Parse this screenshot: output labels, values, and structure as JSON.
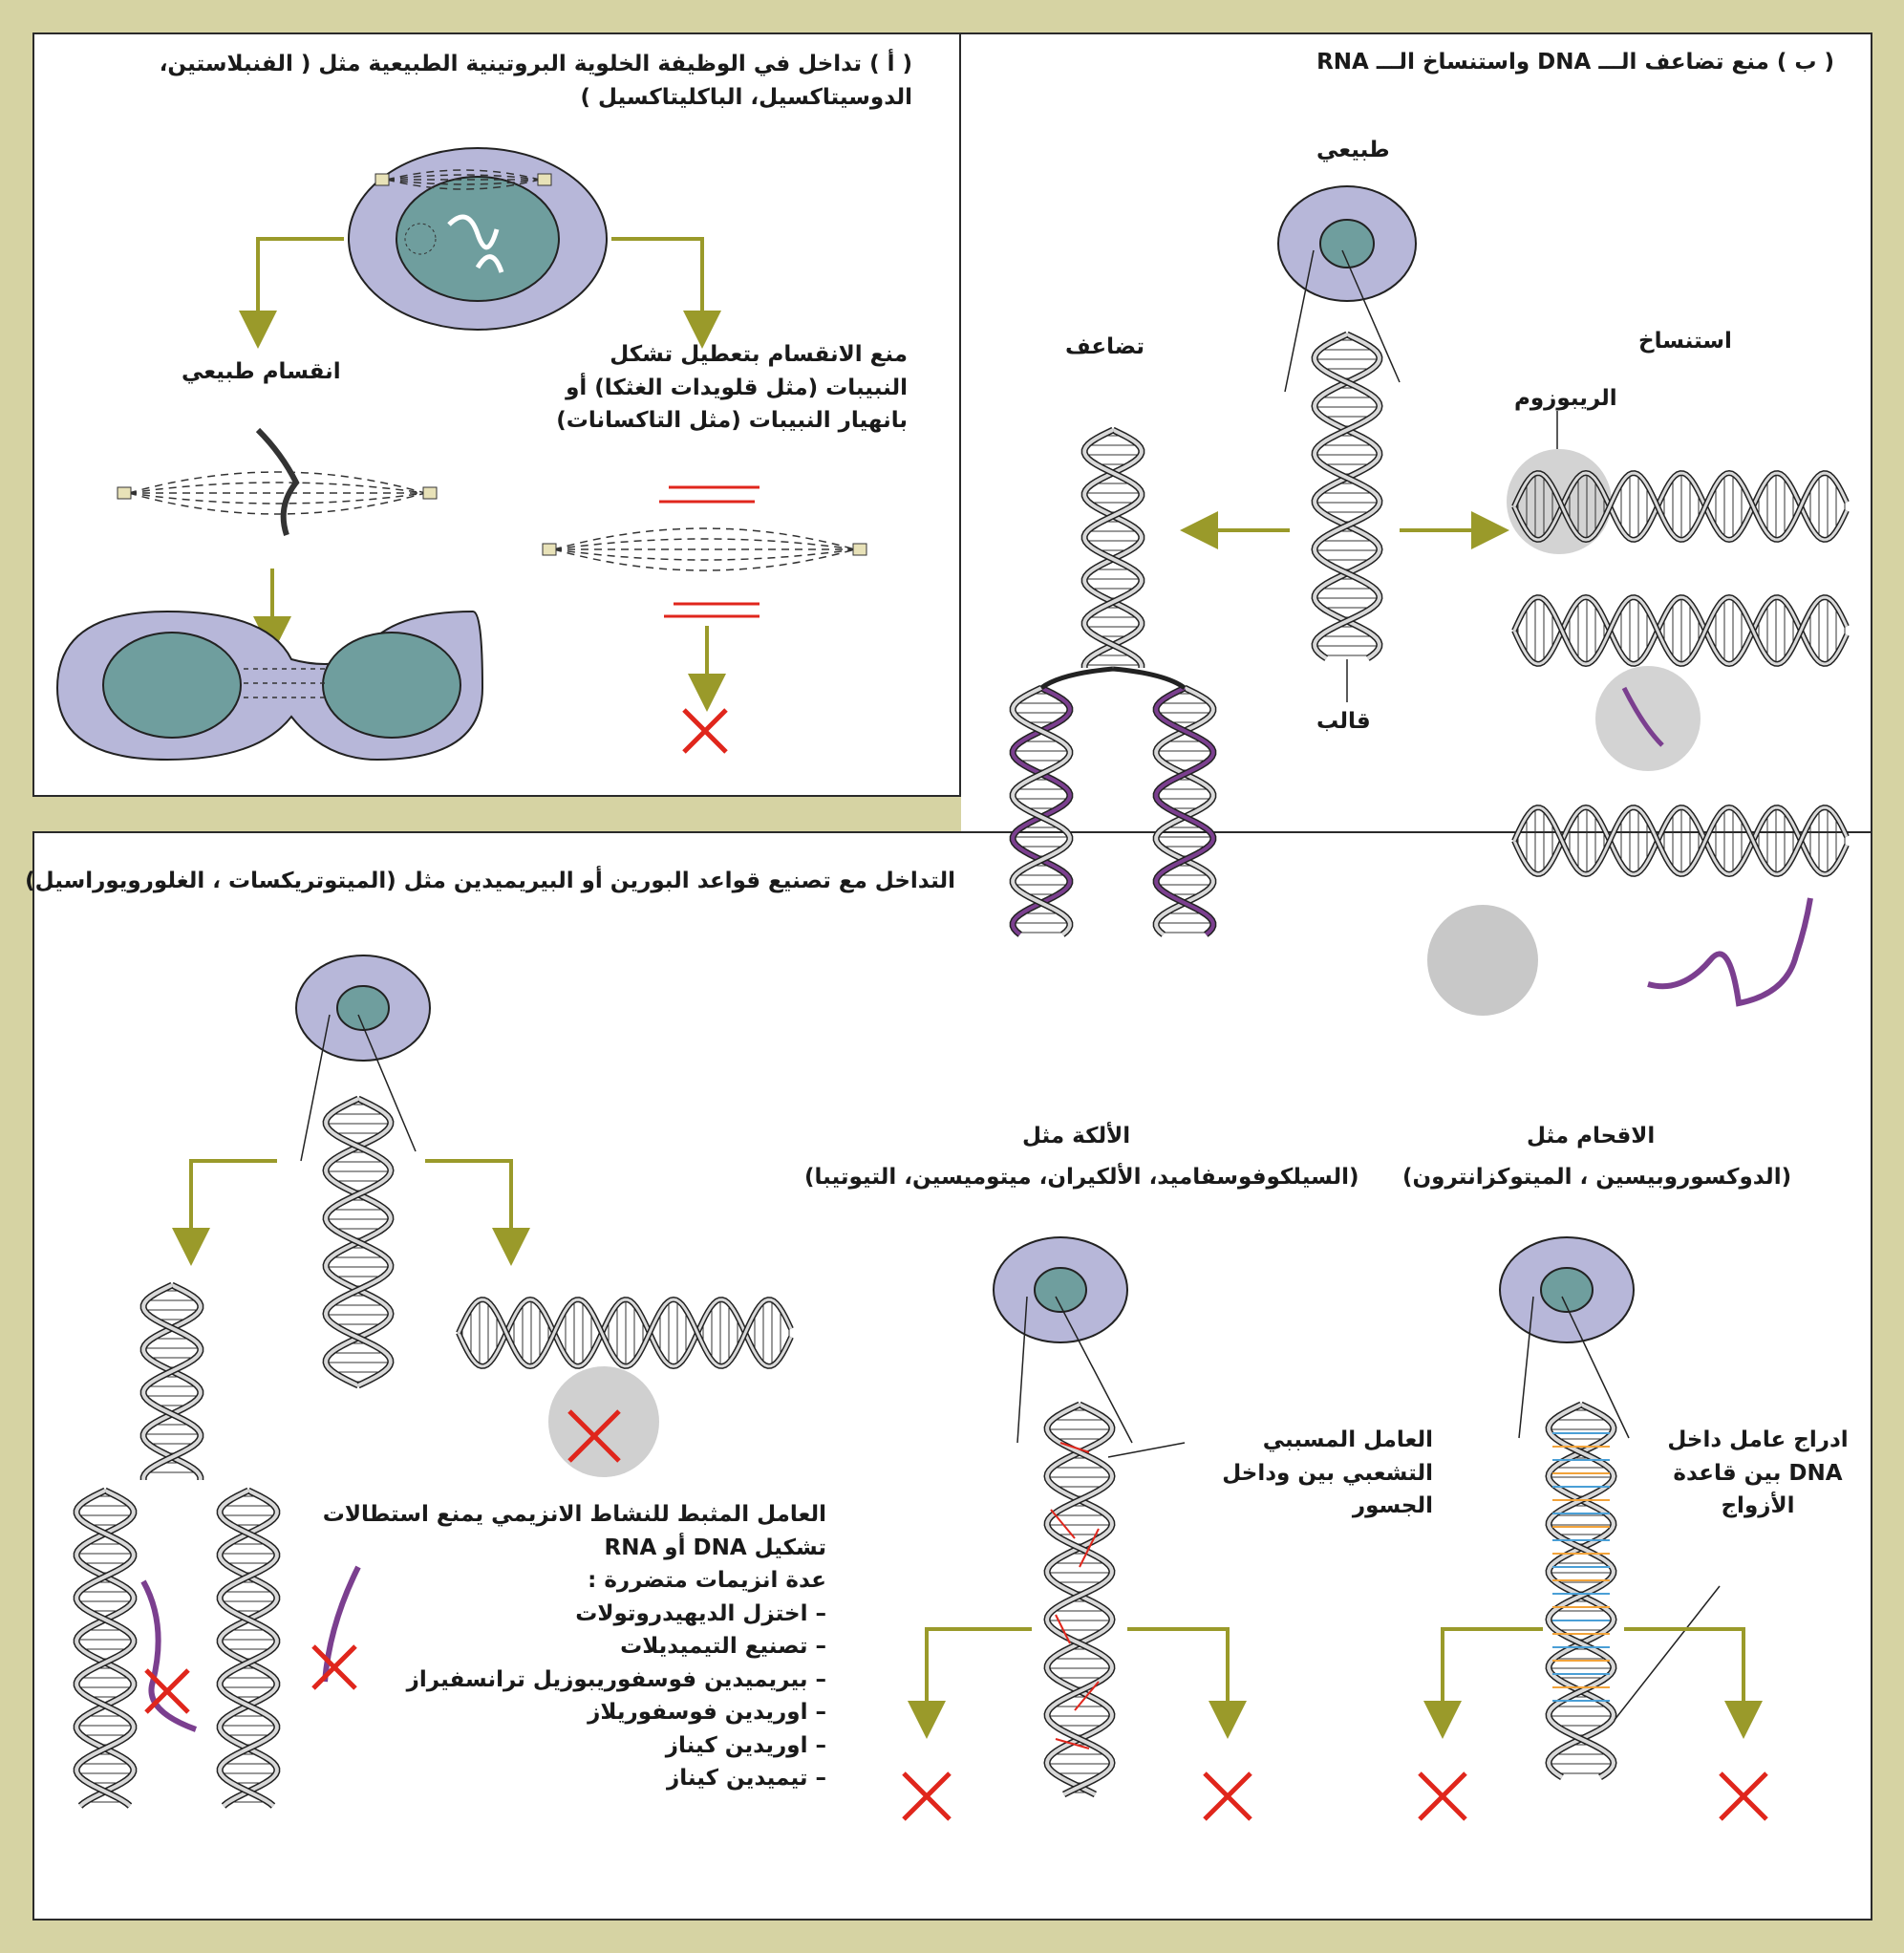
{
  "panel_a": {
    "title": "( أ ) تداخل في الوظيفة الخلوية البروتينية الطبيعية مثل ( الفنبلاستين، الدوسيتاكسيل، الباكليتاكسيل )",
    "normal_division": "انقسام طبيعي",
    "inhibit_division": "منع الانقسام بتعطيل تشكل النبيبات (مثل قلويدات الغثكا) أو بانهيار النبيبات (مثل التاكسانات)"
  },
  "panel_b": {
    "title": "( ب ) منع تضاعف الـــ DNA واستنساخ الـــ RNA",
    "normal": "طبيعي",
    "replication": "تضاعف",
    "transcription": "استنساخ",
    "ribosome": "الريبوزوم",
    "template": "قالب"
  },
  "panel_c": {
    "title": "التداخل مع تصنيع قواعد البورين أو البيريميدين مثل (الميتوتريكسات ، الغلورويوراسيل)",
    "antimetabolite_text": [
      "العامل المثبط للنشاط الانزيمي يمنع استطالات",
      "تشكيل DNA أو RNA",
      "عدة انزيمات متضررة :"
    ],
    "enzymes": [
      "– اختزل الديهيدروتولات",
      "– تصنيع التيميديلات",
      "– بيريميدين فوسفوريبوزيل ترانسفيراز",
      "– اوريدين فوسفوريلاز",
      "– اوريدين كيناز",
      "– تيميدين كيناز"
    ],
    "alkylation_title": "الألكة مثل",
    "alkylation_examples": "(السيلكوفوسفاميد، الألكيران، ميتوميسين، التيوتيبا)",
    "alkylating_agent": "العامل المسببي التشعبي بين وداخل الجسور",
    "intercalation_title": "الاقحام مثل",
    "intercalation_examples": "(الدوكسوروبيسين ، الميتوكزانترون)",
    "intercalating_agent": "ادراج عامل داخل DNA بين قاعدة الأزواج"
  },
  "colors": {
    "background": "#d6d3a3",
    "cell": "#b7b7d9",
    "nucleus": "#6f9e9e",
    "arrow": "#9a9a2a",
    "cross": "#e0261c",
    "new_strand": "#7b3f8f",
    "ribosome": "#c8c8c8"
  },
  "icons": [
    "cell-icon",
    "dna-helix-icon",
    "arrow-icon",
    "red-x-icon",
    "ribosome-icon",
    "spindle-icon"
  ]
}
